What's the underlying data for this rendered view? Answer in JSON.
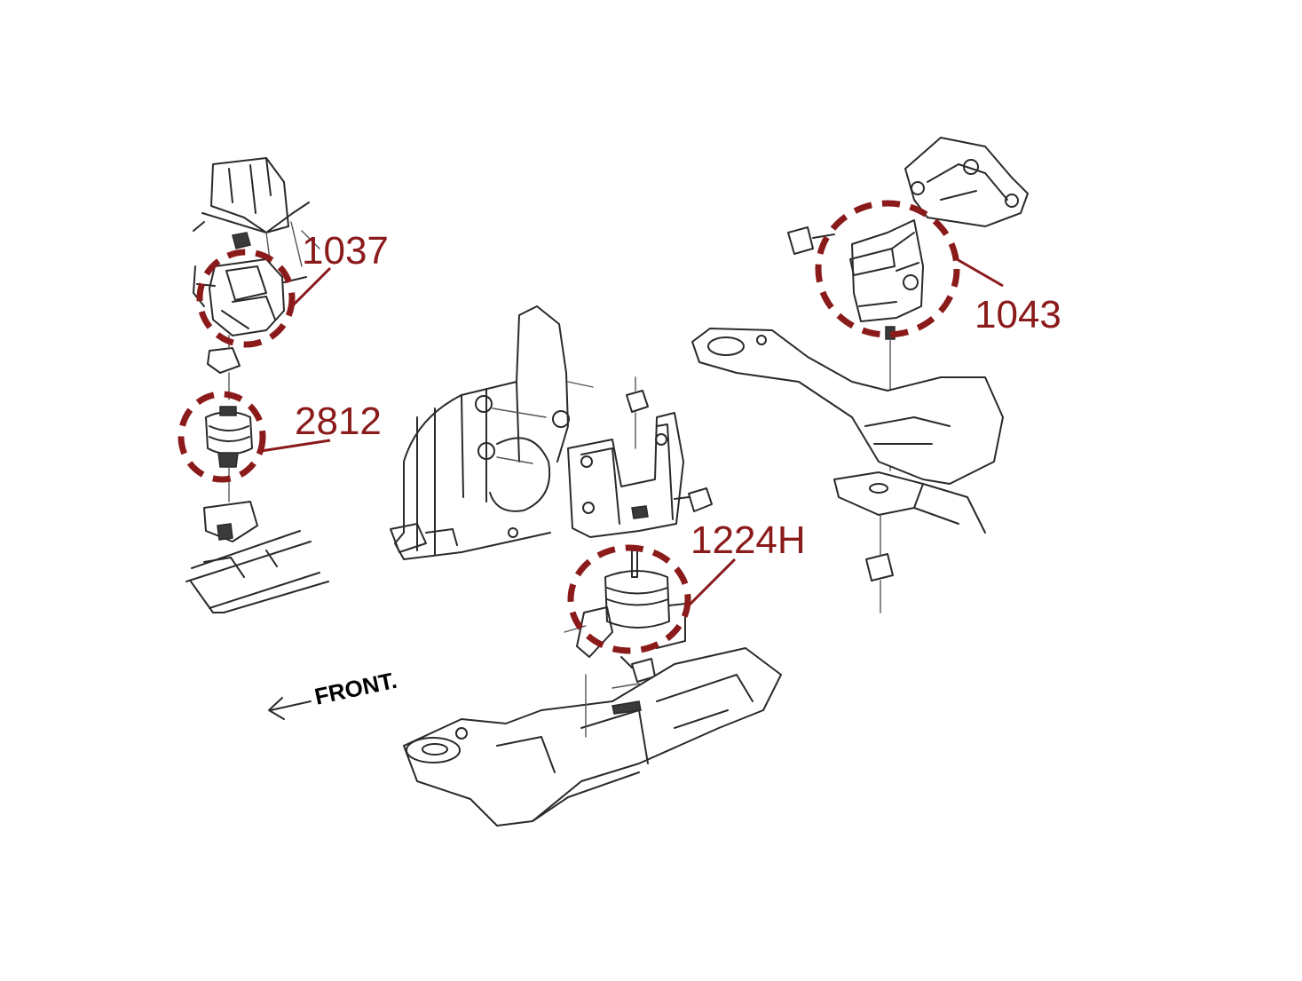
{
  "diagram": {
    "accent_color": "#8b1a1a",
    "line_color": "#2a2a2a",
    "callouts": [
      {
        "id": "mount-1037",
        "label": "1037"
      },
      {
        "id": "mount-2812",
        "label": "2812"
      },
      {
        "id": "mount-1224h",
        "label": "1224H"
      },
      {
        "id": "mount-1043",
        "label": "1043"
      }
    ],
    "front_indicator": {
      "label": "FRONT.",
      "icon": "arrow-left-icon"
    }
  }
}
